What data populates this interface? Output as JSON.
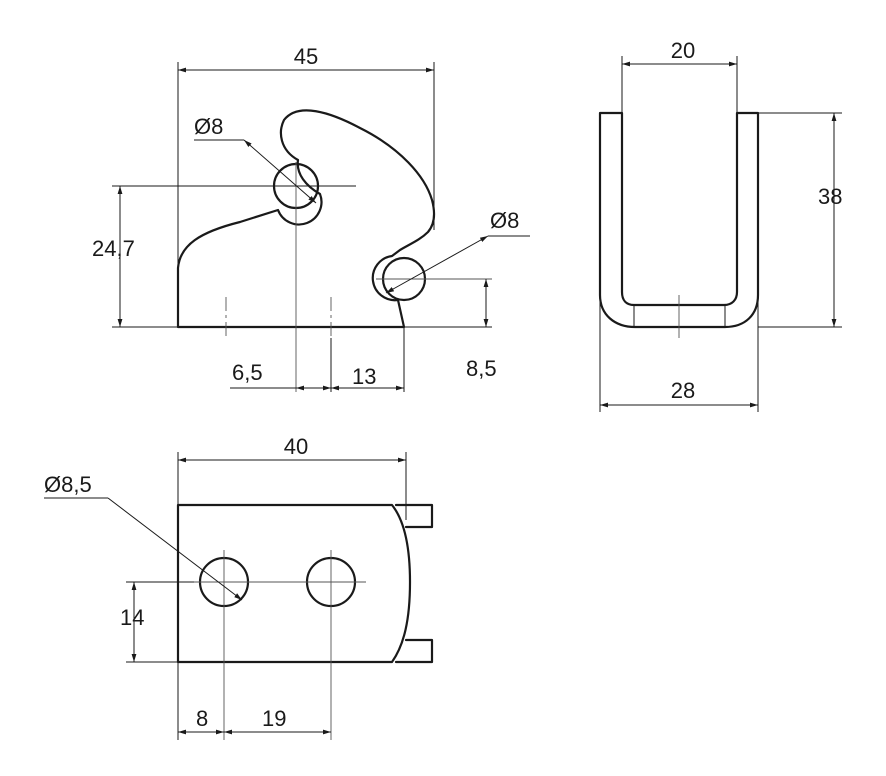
{
  "front_view": {
    "width": "45",
    "hole_upper": "Ø8",
    "hole_lower": "Ø8",
    "height_upper": "24,7",
    "offset_a": "6,5",
    "offset_b": "13",
    "height_lower": "8,5"
  },
  "side_view": {
    "inner_width": "20",
    "height": "38",
    "outer_width": "28"
  },
  "top_view": {
    "length": "40",
    "hole": "Ø8,5",
    "hole_height": "14",
    "hole_offset": "8",
    "hole_pitch": "19"
  }
}
